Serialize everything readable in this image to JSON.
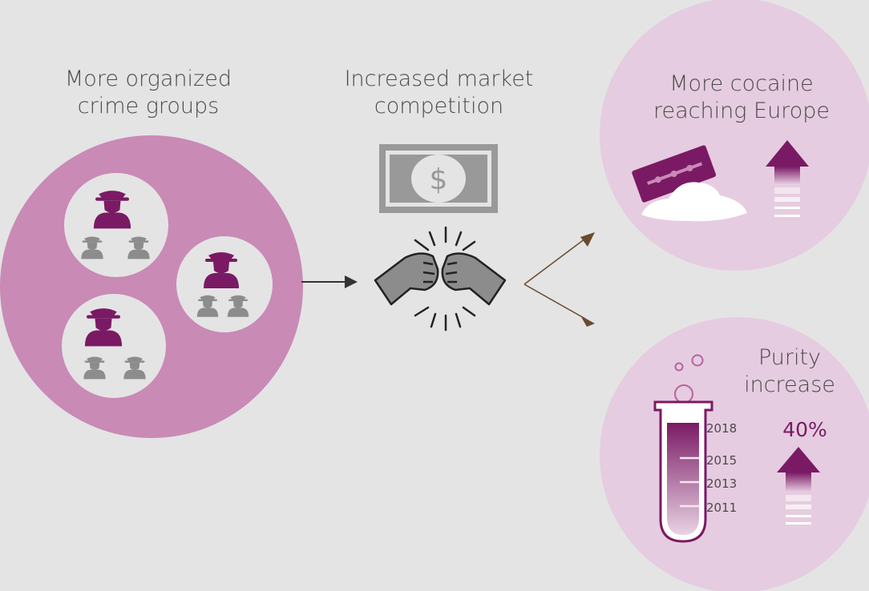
{
  "labels": {
    "groups": "More organized\ncrime groups",
    "competition": "Increased market\ncompetition",
    "cocaine": "More cocaine\nreaching Europe",
    "purity": "Purity\nincrease"
  },
  "purity_percent": "40%",
  "tube_years": [
    "2018",
    "2015",
    "2013",
    "2011"
  ],
  "icons": {
    "criminal": "spy-figure-icon",
    "money": "dollar-bill-icon",
    "fists": "fist-bump-icon",
    "razor": "razor-blade-icon",
    "powder": "cocaine-powder-icon",
    "arrow": "up-arrow-icon",
    "tube": "test-tube-icon"
  },
  "colors": {
    "background": "#e4e4e4",
    "groups_circle": "#c98ab6",
    "outcome_circle": "#e6cce0",
    "accent": "#7a1a64",
    "grey_figure": "#8c8c8c",
    "arrow_line": "#6b4a2e"
  }
}
